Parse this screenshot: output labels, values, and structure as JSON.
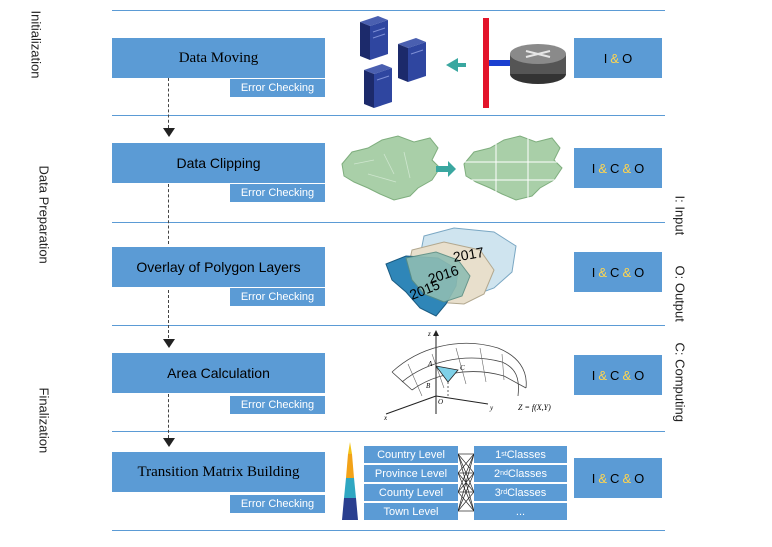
{
  "phases": {
    "initialization": "Initialization",
    "data_preparation": "Data Preparation",
    "finalization": "Finalization"
  },
  "stages": [
    {
      "label": "Data Moving",
      "error": "Error Checking",
      "io": [
        "I",
        "&",
        "O"
      ]
    },
    {
      "label": "Data Clipping",
      "error": "Error Checking",
      "io": [
        "I",
        "&",
        "C",
        "&",
        "O"
      ]
    },
    {
      "label": "Overlay of Polygon Layers",
      "error": "Error Checking",
      "io": [
        "I",
        "&",
        "C",
        "&",
        "O"
      ]
    },
    {
      "label": "Area Calculation",
      "error": "Error Checking",
      "io": [
        "I",
        "&",
        "C",
        "&",
        "O"
      ]
    },
    {
      "label": "Transition Matrix Building",
      "error": "Error Checking",
      "io": [
        "I",
        "&",
        "C",
        "&",
        "O"
      ]
    }
  ],
  "legend": {
    "input": "I: Input",
    "output": "O: Output",
    "computing": "C: Computing"
  },
  "overlay_years": [
    "2017",
    "2016",
    "2015"
  ],
  "surface": {
    "formula": "Z = f(X,Y)",
    "axis_z": "z",
    "axis_x": "x",
    "axis_y": "y",
    "point_a": "A",
    "point_b": "B",
    "point_c": "C",
    "origin": "O"
  },
  "levels": [
    "Country Level",
    "Province Level",
    "County Level",
    "Town Level"
  ],
  "classes": [
    {
      "num": "1",
      "sup": "st",
      "text": " Classes"
    },
    {
      "num": "2",
      "sup": "nd",
      "text": " Classes"
    },
    {
      "num": "3",
      "sup": "rd",
      "text": " Classes"
    },
    {
      "num": "...",
      "sup": "",
      "text": ""
    }
  ],
  "colors": {
    "accent": "#5b9bd5",
    "amp": "#ffd54f",
    "server": "#2b3f8c",
    "router_bar": "#e3142a",
    "map_green": "#a9cfa8"
  },
  "icons": [
    "server-icon",
    "router-icon",
    "china-map-icon"
  ]
}
